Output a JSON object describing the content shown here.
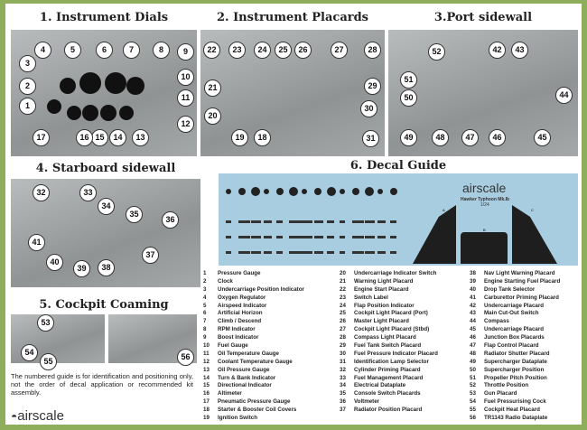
{
  "panels": {
    "dials": {
      "title": "1. Instrument Dials",
      "callouts": [
        "1",
        "2",
        "3",
        "4",
        "5",
        "6",
        "7",
        "8",
        "9",
        "10",
        "11",
        "12",
        "13",
        "14",
        "15",
        "16",
        "17"
      ]
    },
    "placards": {
      "title": "2. Instrument Placards",
      "callouts": [
        "22",
        "23",
        "24",
        "25",
        "26",
        "27",
        "28",
        "29",
        "30",
        "31",
        "21",
        "20",
        "19",
        "18"
      ]
    },
    "port": {
      "title": "3.Port sidewall",
      "callouts": [
        "52",
        "42",
        "43",
        "44",
        "51",
        "50",
        "49",
        "48",
        "47",
        "46",
        "45"
      ]
    },
    "starboard": {
      "title": "4. Starboard sidewall",
      "callouts": [
        "32",
        "33",
        "34",
        "35",
        "36",
        "41",
        "40",
        "39",
        "38",
        "37"
      ]
    },
    "coaming": {
      "title": "5. Cockpit Coaming",
      "callouts": [
        "53",
        "54",
        "55",
        "56"
      ]
    },
    "decal": {
      "title": "6. Decal Guide",
      "brand": "airscale",
      "subtitle": "Hawker Typhoon Mk.Ib",
      "scale": "1/24",
      "panel_labels": [
        "A",
        "B",
        "C"
      ]
    }
  },
  "legend": [
    [
      [
        "1",
        "Pressure Gauge"
      ],
      [
        "2",
        "Clock"
      ],
      [
        "3",
        "Undercarriage Position  Indicator"
      ],
      [
        "4",
        "Oxygen Regulator"
      ],
      [
        "5",
        "Airspeed Indicator"
      ],
      [
        "6",
        "Artificial Horizon"
      ],
      [
        "7",
        "Climb /  Descend"
      ],
      [
        "8",
        "RPM Indicator"
      ],
      [
        "9",
        "Boost Indicator"
      ],
      [
        "10",
        "Fuel Gauge"
      ],
      [
        "11",
        "Oil Temperature Gauge"
      ],
      [
        "12",
        "Coolant Temperature Gauge"
      ],
      [
        "13",
        "Oil Pressure Gauge"
      ],
      [
        "14",
        "Turn & Bank Indicator"
      ],
      [
        "15",
        "Directional Indicator"
      ],
      [
        "16",
        "Altimeter"
      ],
      [
        "17",
        "Pneumatic Pressure Gauge"
      ],
      [
        "18",
        "Starter & Booster Coil  Covers"
      ],
      [
        "19",
        "Ignition Switch"
      ]
    ],
    [
      [
        "20",
        "Undercarriage Indicator Switch"
      ],
      [
        "21",
        "Warning Light Placard"
      ],
      [
        "22",
        "Engine Start Placard"
      ],
      [
        "23",
        "Switch Label"
      ],
      [
        "24",
        "Flap Position Indicator"
      ],
      [
        "25",
        "Cockpit Light Placard (Port)"
      ],
      [
        "26",
        "Master Light Placard"
      ],
      [
        "27",
        "Cockpit Light Placard (Stbd)"
      ],
      [
        "28",
        "Compass Light Placard"
      ],
      [
        "29",
        "Fuel Tank Switch Placard"
      ],
      [
        "30",
        "Fuel Pressure Indicator Placard"
      ],
      [
        "31",
        "Identification Lamp Selector"
      ],
      [
        "32",
        "Cylinder Priming Placard"
      ],
      [
        "33",
        "Fuel Management Placard"
      ],
      [
        "34",
        "Electrical Dataplate"
      ],
      [
        "35",
        "Console Switch Placards"
      ],
      [
        "36",
        "Voltmeter"
      ],
      [
        "37",
        "Radiator Position Placard"
      ]
    ],
    [
      [
        "38",
        "Nav Light Warning Placard"
      ],
      [
        "39",
        "Engine Starting Fuel Placard"
      ],
      [
        "40",
        "Drop Tank Selector"
      ],
      [
        "41",
        "Carburettor Priming Placard"
      ],
      [
        "42",
        "Undercarriage Placard"
      ],
      [
        "43",
        "Main Cut-Out Switch"
      ],
      [
        "44",
        "Compass"
      ],
      [
        "45",
        "Undercarriage Placard"
      ],
      [
        "46",
        "Junction Box Placards"
      ],
      [
        "47",
        "Flap Control Placard"
      ],
      [
        "48",
        "Radiator Shutter Placard"
      ],
      [
        "49",
        "Supercharger Dataplate"
      ],
      [
        "50",
        "Supercharger Position"
      ],
      [
        "51",
        "Propeller Pitch Position"
      ],
      [
        "52",
        "Throttle Position"
      ],
      [
        "53",
        "Gun Placard"
      ],
      [
        "54",
        "Fuel Pressurising Cock"
      ],
      [
        "55",
        "Cockpit Heat Placard"
      ],
      [
        "56",
        "TR1143 Radio Dataplate"
      ]
    ]
  ],
  "note": "The numbered guide is for identification and positioning only, not the order of decal application or recommended kit assembly.",
  "footer_logo": "airscale",
  "colors": {
    "border": "#8fae5b",
    "sheet": "#a9cde0"
  }
}
